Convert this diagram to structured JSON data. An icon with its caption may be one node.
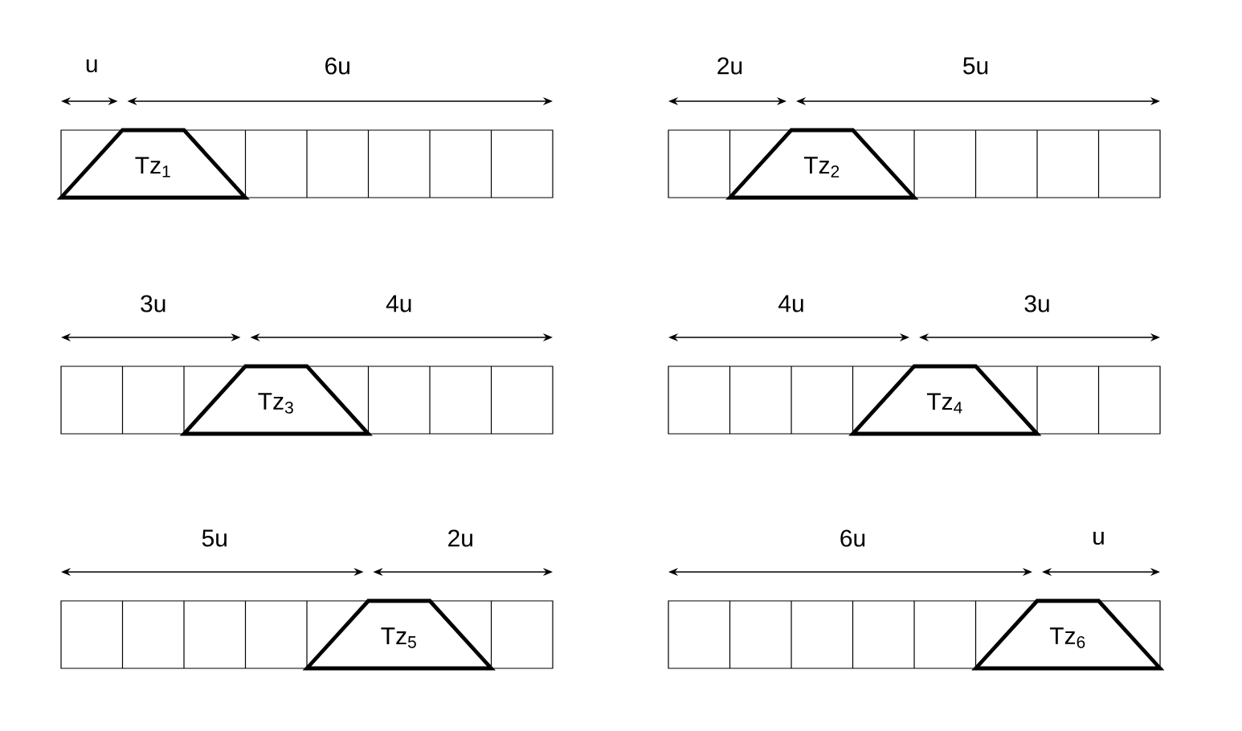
{
  "diagram": {
    "nodes": [
      {
        "text": [
          "Tz$_{1}$"
        ]
      },
      {
        "text": [
          "Tz$_{2}$"
        ]
      },
      {
        "text": [
          "Tz$_{3}$"
        ]
      },
      {
        "text": [
          "Tz$_{4}$"
        ]
      },
      {
        "text": [
          "Tz$_{5}$"
        ]
      },
      {
        "text": [
          "Tz$_{6}$"
        ]
      }
    ],
    "labels": [
      "u",
      "6u",
      "2u",
      "5u",
      "3u",
      "4u",
      "4u",
      "3u",
      "5u",
      "2u",
      "6u",
      "u"
    ]
  }
}
